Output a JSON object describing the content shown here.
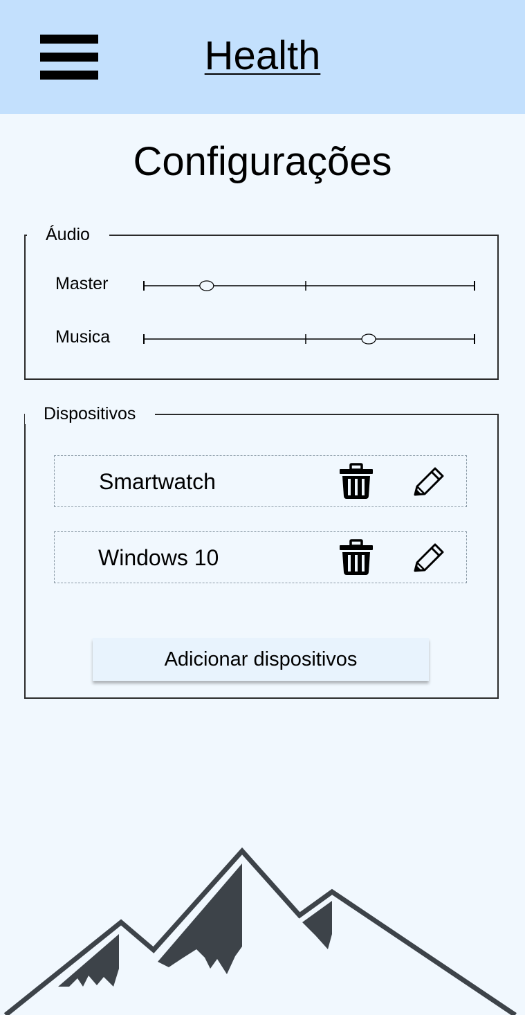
{
  "header": {
    "app_title": "Health",
    "background_color": "#c3e0fd",
    "menu_icon": "hamburger-menu-icon"
  },
  "page": {
    "title": "Configurações"
  },
  "audio": {
    "legend": "Áudio",
    "sliders": [
      {
        "label": "Master",
        "value_fraction": 0.19
      },
      {
        "label": "Musica",
        "value_fraction": 0.68
      }
    ]
  },
  "devices": {
    "legend": "Dispositivos",
    "items": [
      {
        "name": "Smartwatch",
        "delete_icon": "trash-icon",
        "edit_icon": "pencil-icon"
      },
      {
        "name": "Windows 10",
        "delete_icon": "trash-icon",
        "edit_icon": "pencil-icon"
      }
    ],
    "add_button_label": "Adicionar dispositivos"
  },
  "decoration": {
    "footer_image": "mountain-logo",
    "color": "#3d4349"
  }
}
